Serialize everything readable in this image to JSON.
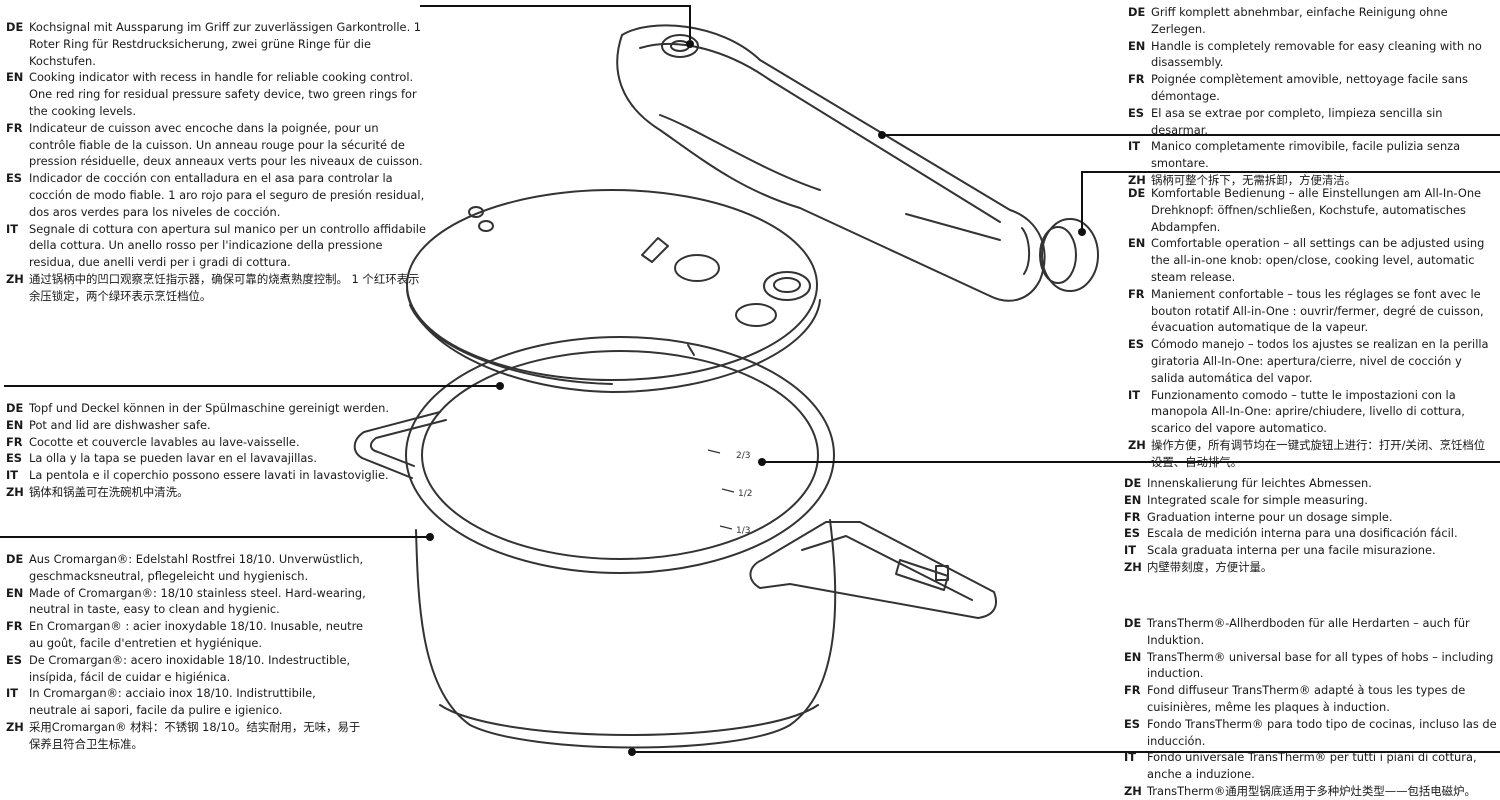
{
  "features": {
    "cooking_indicator": [
      {
        "code": "DE",
        "text": "Kochsignal mit Aussparung im Griff zur zuverlässigen Garkontrolle. 1 Roter Ring für Restdrucksicherung, zwei grüne Ringe für die Kochstufen."
      },
      {
        "code": "EN",
        "text": "Cooking indicator with recess in handle for reliable cooking control. One red ring for residual pressure safety device, two green rings for the cooking levels."
      },
      {
        "code": "FR",
        "text": "Indicateur de cuisson avec encoche dans la poignée, pour un contrôle fiable de la cuisson. Un anneau rouge pour la sécurité de pression résiduelle, deux anneaux verts pour les niveaux de cuisson."
      },
      {
        "code": "ES",
        "text": "Indicador de cocción con entalladura en el asa para controlar la cocción de modo fiable. 1 aro rojo para el seguro de presión residual, dos aros verdes para los niveles de cocción."
      },
      {
        "code": "IT",
        "text": "Segnale di cottura con apertura sul manico per un controllo affidabile della cottura. Un anello rosso per l'indicazione della pressione residua, due anelli verdi per i gradi di cottura."
      },
      {
        "code": "ZH",
        "text": "通过锅柄中的凹口观察烹饪指示器，确保可靠的烧煮熟度控制。 1 个红环表示余压锁定，两个绿环表示烹饪档位。"
      }
    ],
    "removable_handle": [
      {
        "code": "DE",
        "text": "Griff komplett abnehmbar, einfache Reinigung ohne Zerlegen."
      },
      {
        "code": "EN",
        "text": "Handle is completely removable for easy cleaning with no disassembly."
      },
      {
        "code": "FR",
        "text": "Poignée complètement amovible, nettoyage facile sans démontage."
      },
      {
        "code": "ES",
        "text": "El asa se extrae por completo, limpieza sencilla sin desarmar."
      },
      {
        "code": "IT",
        "text": "Manico completamente rimovibile, facile pulizia senza smontare."
      },
      {
        "code": "ZH",
        "text": "锅柄可整个拆下，无需拆卸，方便清洁。"
      }
    ],
    "all_in_one_knob": [
      {
        "code": "DE",
        "text": "Komfortable Bedienung – alle Einstellungen am All-In-One Drehknopf: öffnen/schließen, Kochstufe, automatisches Abdampfen."
      },
      {
        "code": "EN",
        "text": "Comfortable operation – all settings can be adjusted using the all-in-one knob: open/close, cooking level, automatic steam release."
      },
      {
        "code": "FR",
        "text": "Maniement confortable – tous les réglages se font avec le bouton rotatif All-in-One : ouvrir/fermer, degré de cuisson, évacuation automatique de la vapeur."
      },
      {
        "code": "ES",
        "text": "Cómodo manejo – todos los ajustes se realizan en la perilla giratoria All-In-One: apertura/cierre, nivel de cocción y salida automática del vapor."
      },
      {
        "code": "IT",
        "text": "Funzionamento comodo – tutte le impostazioni con la manopola All-In-One: aprire/chiudere, livello di cottura, scarico del vapore automatico."
      },
      {
        "code": "ZH",
        "text": "操作方便，所有调节均在一键式旋钮上进行：打开/关闭、烹饪档位设置、自动排气。"
      }
    ],
    "dishwasher_safe": [
      {
        "code": "DE",
        "text": "Topf und Deckel können in der Spülmaschine gereinigt werden."
      },
      {
        "code": "EN",
        "text": "Pot and lid are dishwasher safe."
      },
      {
        "code": "FR",
        "text": "Cocotte et couvercle lavables au lave-vaisselle."
      },
      {
        "code": "ES",
        "text": "La olla y la tapa se pueden lavar en el lavavajillas."
      },
      {
        "code": "IT",
        "text": "La pentola e il coperchio possono essere lavati in lavastoviglie."
      },
      {
        "code": "ZH",
        "text": "锅体和锅盖可在洗碗机中清洗。"
      }
    ],
    "internal_scale": [
      {
        "code": "DE",
        "text": "Innenskalierung für leichtes Abmessen."
      },
      {
        "code": "EN",
        "text": "Integrated scale for simple measuring."
      },
      {
        "code": "FR",
        "text": "Graduation interne pour un dosage simple."
      },
      {
        "code": "ES",
        "text": "Escala de medición interna para una dosificación fácil."
      },
      {
        "code": "IT",
        "text": "Scala graduata interna per una facile misurazione."
      },
      {
        "code": "ZH",
        "text": "内壁带刻度，方便计量。"
      }
    ],
    "cromargan": [
      {
        "code": "DE",
        "text": "Aus Cromargan®: Edelstahl Rostfrei 18/10. Unverwüstlich, geschmacksneutral, pflegeleicht und hygienisch."
      },
      {
        "code": "EN",
        "text": "Made of Cromargan®: 18/10 stainless steel. Hard-wearing, neutral in taste, easy to clean and hygienic."
      },
      {
        "code": "FR",
        "text": "En Cromargan® : acier inoxydable 18/10. Inusable, neutre au goût, facile d'entretien et hygiénique."
      },
      {
        "code": "ES",
        "text": "De Cromargan®: acero inoxidable 18/10. Indestructible, insípida, fácil de cuidar e higiénica."
      },
      {
        "code": "IT",
        "text": "In Cromargan®: acciaio inox 18/10. Indistruttibile, neutrale ai sapori, facile da pulire e igienico."
      },
      {
        "code": "ZH",
        "text": "采用Cromargan® 材料：不锈钢 18/10。结实耐用，无味，易于保养且符合卫生标准。"
      }
    ],
    "transtherm_base": [
      {
        "code": "DE",
        "text": "TransTherm®-Allherdboden für alle Herdarten – auch für Induktion."
      },
      {
        "code": "EN",
        "text": "TransTherm® universal base for all types of hobs – including induction."
      },
      {
        "code": "FR",
        "text": "Fond diffuseur TransTherm® adapté à tous les types de cuisinières, même les plaques à induction."
      },
      {
        "code": "ES",
        "text": "Fondo TransTherm® para todo tipo de cocinas, incluso las de inducción."
      },
      {
        "code": "IT",
        "text": "Fondo universale TransTherm® per tutti i piani di cottura, anche a induzione."
      },
      {
        "code": "ZH",
        "text": "TransTherm®通用型锅底适用于多种炉灶类型——包括电磁炉。"
      }
    ]
  },
  "scale_marks": [
    "2/3",
    "1/2",
    "1/3"
  ]
}
